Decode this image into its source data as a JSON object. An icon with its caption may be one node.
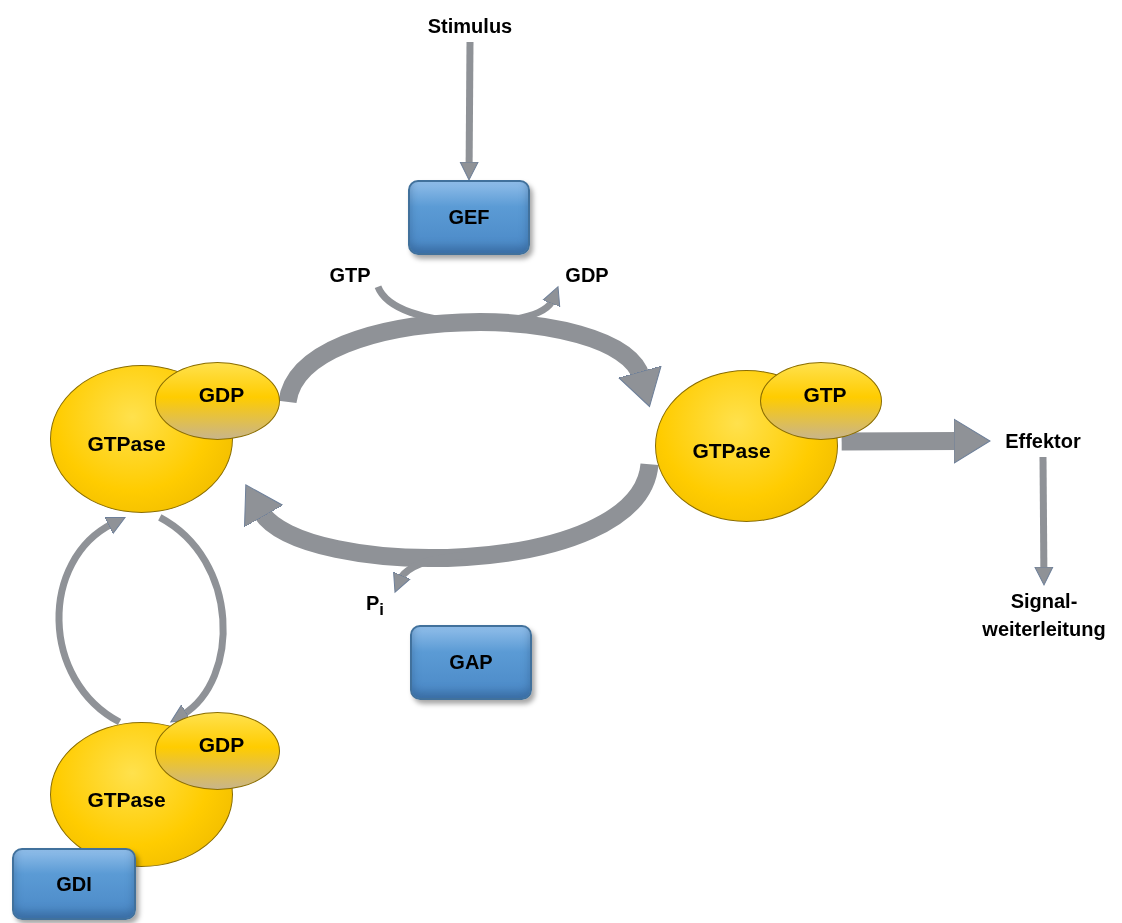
{
  "diagram": {
    "nodes": [
      {
        "text": [
          "Stimulus"
        ]
      },
      {
        "text": [
          "GEF"
        ]
      },
      {
        "text": [
          "GTP"
        ]
      },
      {
        "text": [
          "GDP"
        ]
      },
      {
        "text": [
          "GTPase"
        ]
      },
      {
        "text": [
          "GDP"
        ]
      },
      {
        "text": [
          "GTPase"
        ]
      },
      {
        "text": [
          "GTP"
        ]
      },
      {
        "text": [
          "Effektor"
        ]
      },
      {
        "text": [
          "Signal- weiterleitung"
        ]
      },
      {
        "text": [
          "P$_{i}$"
        ]
      },
      {
        "text": [
          "GAP"
        ]
      },
      {
        "text": [
          "GTPase"
        ]
      },
      {
        "text": [
          "GDP"
        ]
      },
      {
        "text": [
          "GDI"
        ]
      }
    ],
    "edges": [
      {
        "from": 0,
        "to": 1,
        "arrow": "to"
      },
      {
        "from": 2,
        "to": 3,
        "arrow": "to"
      },
      {
        "from": 5,
        "to": 6,
        "arrow": "to",
        "style": "thick"
      },
      {
        "from": 6,
        "to": 4,
        "arrow": "to",
        "style": "thick"
      },
      {
        "from": null,
        "to": 10,
        "arrow": "to"
      },
      {
        "from": 6,
        "to": 8,
        "arrow": "to",
        "style": "thick"
      },
      {
        "from": 8,
        "to": 9,
        "arrow": "to"
      },
      {
        "from": 4,
        "to": 12,
        "arrow": "to"
      },
      {
        "from": 12,
        "to": 4,
        "arrow": "to"
      }
    ]
  }
}
